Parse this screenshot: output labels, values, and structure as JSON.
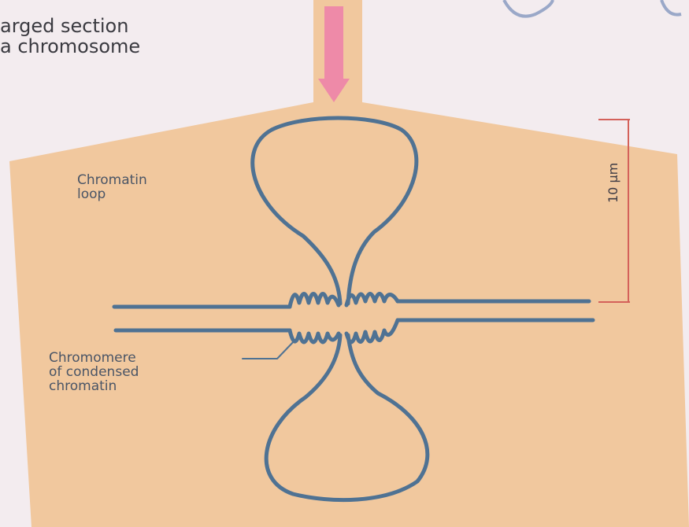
{
  "header": {
    "caption_line1": "arged section",
    "caption_line2": "a chromosome"
  },
  "labels": {
    "chromatin_loop_line1": "Chromatin",
    "chromatin_loop_line2": "loop",
    "chromomere_line1": "Chromomere",
    "chromomere_line2": "of condensed",
    "chromomere_line3": "chromatin",
    "scale": "10 µm"
  },
  "colors": {
    "background": "#f3ecef",
    "panel": "#f1c89e",
    "chromatin": "#4f7293",
    "arrow": "#ee8aa8",
    "scale_bar": "#d4615a"
  }
}
